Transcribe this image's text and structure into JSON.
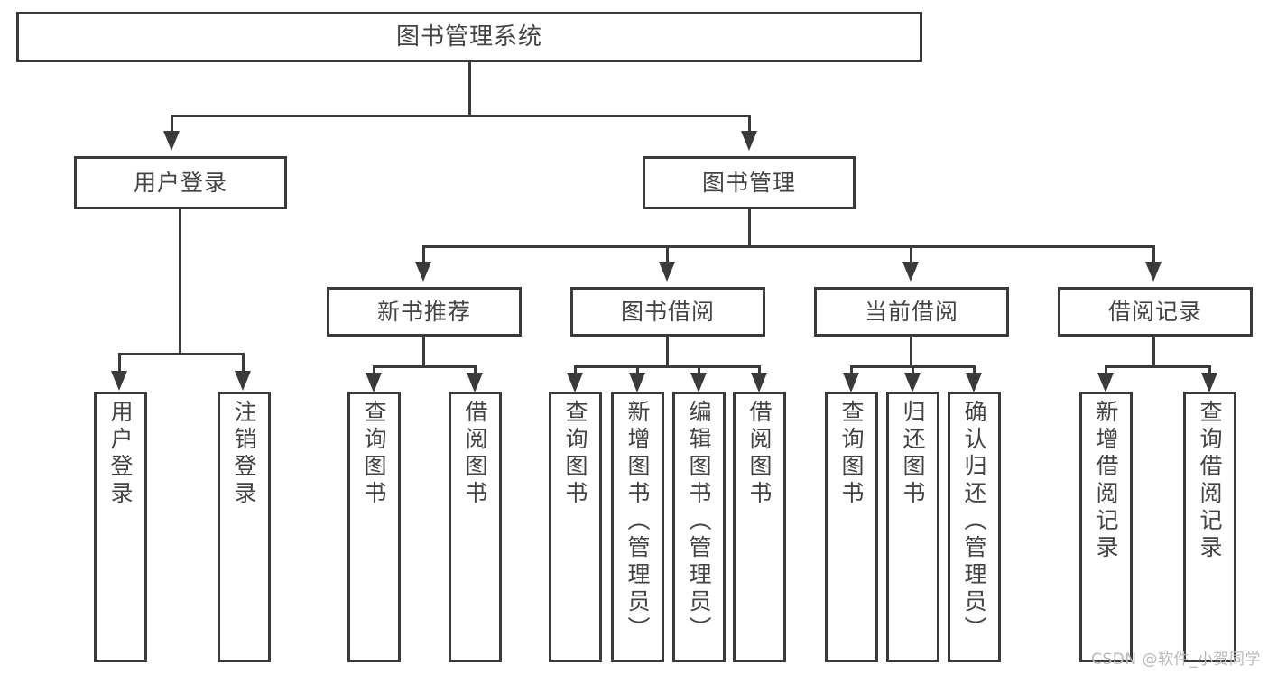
{
  "diagram": {
    "title": "图书管理系统",
    "type": "tree-hierarchy-chart",
    "orientation": "top-down",
    "colors": {
      "box_border": "#3a3a3a",
      "box_fill": "#ffffff",
      "connector": "#3a3a3a",
      "text": "#434343",
      "watermark": "#b9b9b9",
      "background": "#ffffff"
    }
  },
  "root": {
    "label": "图书管理系统"
  },
  "level2": [
    {
      "label": "用户登录"
    },
    {
      "label": "图书管理"
    }
  ],
  "level3": [
    {
      "label": "新书推荐"
    },
    {
      "label": "图书借阅"
    },
    {
      "label": "当前借阅"
    },
    {
      "label": "借阅记录"
    }
  ],
  "leaves": {
    "user_login": [
      {
        "label": "用户登录"
      },
      {
        "label": "注销登录"
      }
    ],
    "new_book": [
      {
        "label": "查询图书"
      },
      {
        "label": "借阅图书"
      }
    ],
    "book_borrow": [
      {
        "label": "查询图书"
      },
      {
        "label": "新增图书（管理员）"
      },
      {
        "label": "编辑图书（管理员）"
      },
      {
        "label": "借阅图书"
      }
    ],
    "current_borrow": [
      {
        "label": "查询图书"
      },
      {
        "label": "归还图书"
      },
      {
        "label": "确认归还（管理员）"
      }
    ],
    "borrow_record": [
      {
        "label": "新增借阅记录"
      },
      {
        "label": "查询借阅记录"
      }
    ]
  },
  "watermark": {
    "text": "CSDN @软件_小贺同学"
  }
}
